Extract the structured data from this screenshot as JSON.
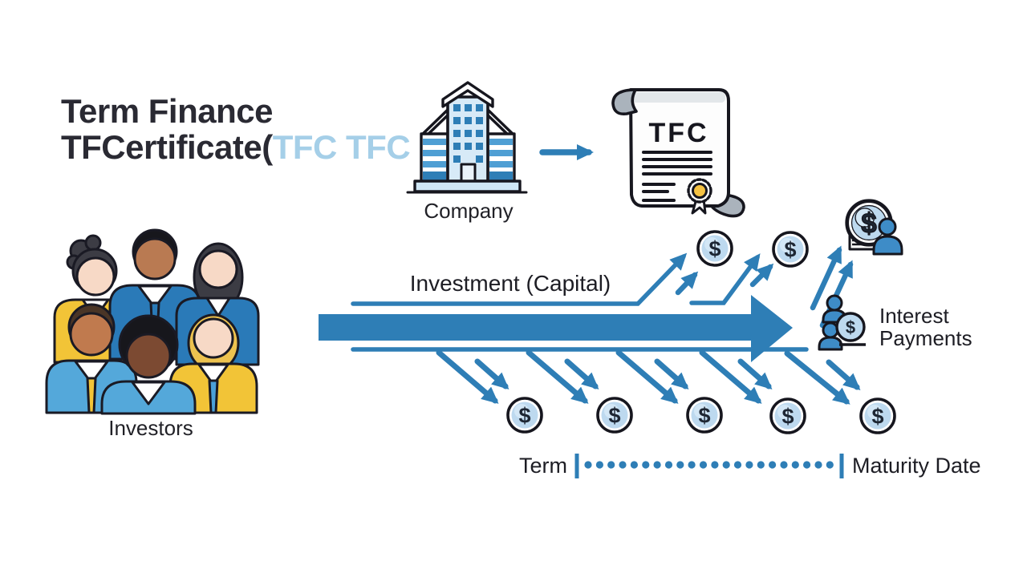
{
  "title": {
    "line1": "Term Finance",
    "line2_dark": "TFCertificate(",
    "line2_light": "TFC TFC"
  },
  "company": {
    "label": "Company"
  },
  "certificate": {
    "heading": "TFC"
  },
  "investors": {
    "label": "Investors"
  },
  "flow": {
    "investment_label": "Investment (Capital)",
    "interest_label_line1": "Interest",
    "interest_label_line2": "Payments",
    "coin_symbol": "$"
  },
  "timeline": {
    "start_label": "Term",
    "end_label": "Maturity Date",
    "dot_count": 22
  },
  "colors": {
    "arrow_blue": "#2e7eb6",
    "outline_dark": "#16161e",
    "coin_fill": "#bdd9ef",
    "title_dark": "#2a2a33",
    "title_light": "#a5cfe8",
    "accent_yellow": "#f2c437",
    "suit_blue": "#2a7ab8",
    "suit_light_blue": "#54a8da",
    "seal_gold": "#f5c243",
    "scroll_gray": "#aab3bc"
  }
}
